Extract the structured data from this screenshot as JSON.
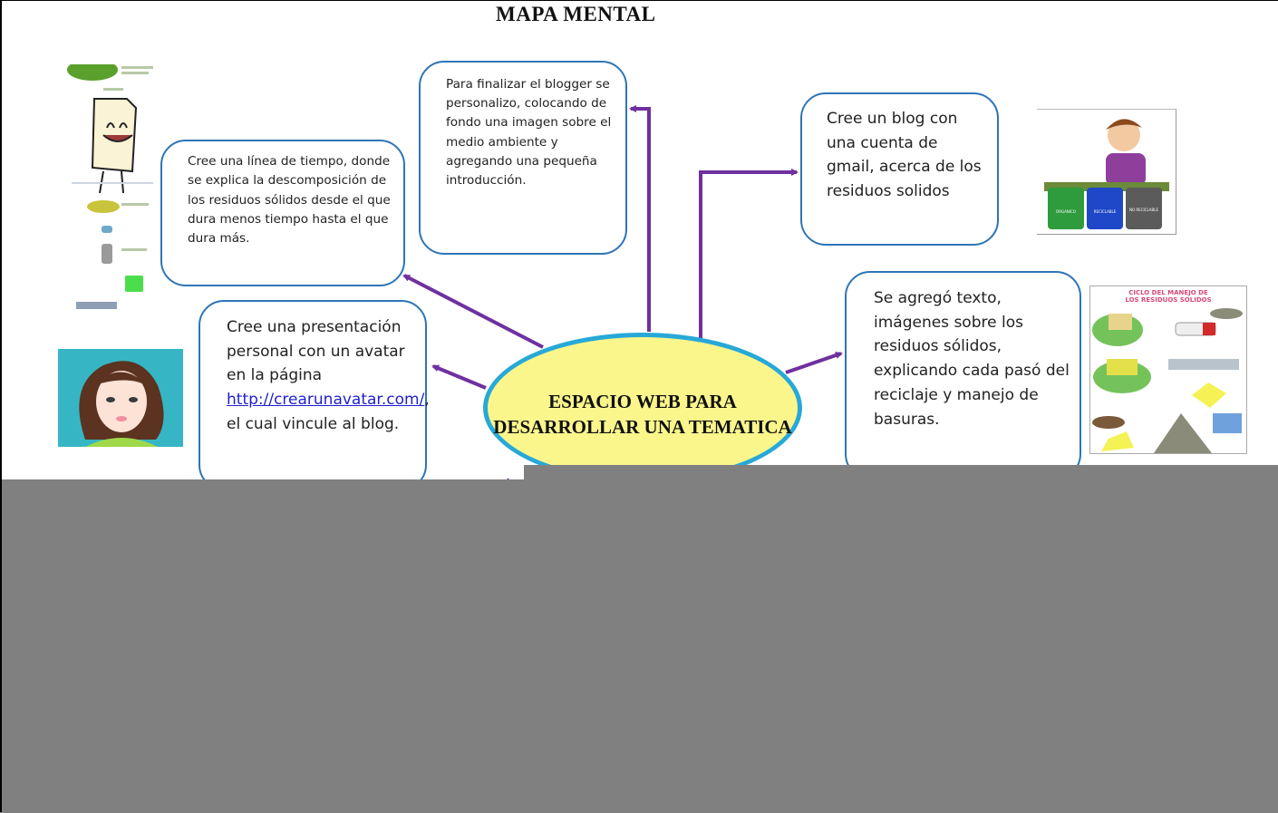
{
  "title": "MAPA MENTAL",
  "center_topic": "ESPACIO WEB PARA DESARROLLAR UNA TEMATICA",
  "nodes": {
    "timeline": "Cree una línea de tiempo, donde se explica la descomposición de los residuos sólidos desde el que dura menos tiempo hasta el que dura más.",
    "personalize": "Para finalizar el blogger se personalizo, colocando de fondo una imagen sobre el medio ambiente y agregando una pequeña introducción.",
    "create_blog": "Cree un blog con una cuenta de gmail, acerca de los residuos solidos",
    "content": "Se agregó texto, imágenes sobre los residuos sólidos, explicando cada pasó del reciclaje y manejo de basuras.",
    "avatar": {
      "before": "Cree una presentación personal con un avatar en la página ",
      "link": "http://crearunavatar.com/",
      "after": ", el cual vincule al blog."
    }
  },
  "images": {
    "recycle_bins": {
      "labels": [
        "ORGANICO",
        "RECICLABLE",
        "NO RECICLABLE"
      ]
    },
    "waste_cycle": {
      "title": "CICLO DEL MANEJO DE LOS RESIDUOS SOLIDOS"
    }
  },
  "colors": {
    "arrow": "#7030a0",
    "box_border": "#2e75b6",
    "center_fill": "#fbf68c",
    "center_border": "#27a9d8",
    "overlay": "#808080"
  }
}
